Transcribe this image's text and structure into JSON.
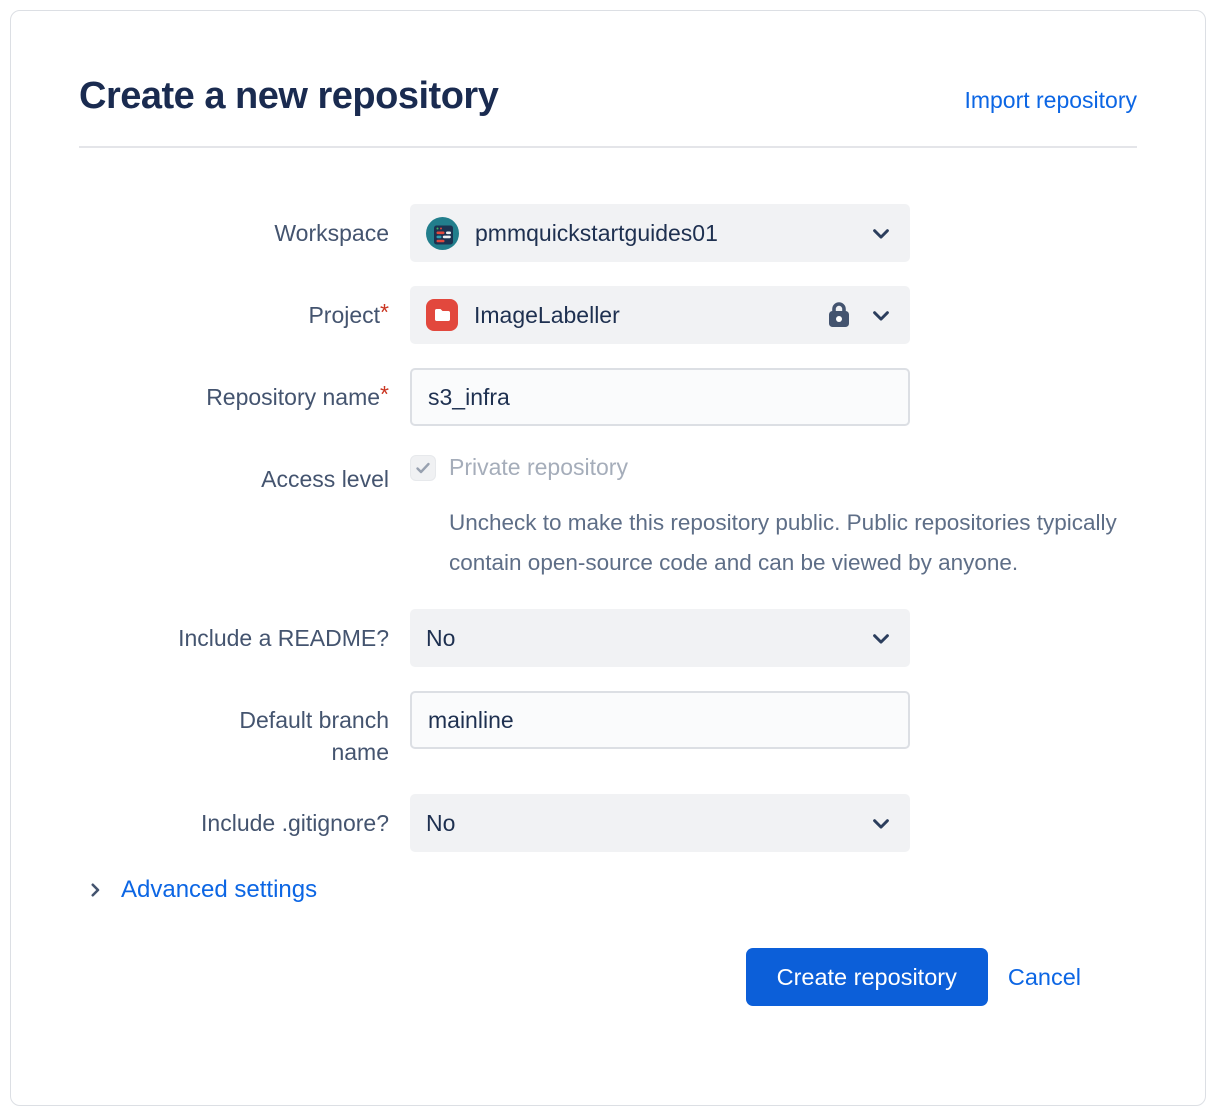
{
  "page": {
    "title": "Create a new repository",
    "import_link": "Import repository"
  },
  "form": {
    "workspace": {
      "label": "Workspace",
      "value": "pmmquickstartguides01",
      "icon": "workspace-avatar"
    },
    "project": {
      "label": "Project",
      "required_mark": "*",
      "value": "ImageLabeller",
      "icon": "project-folder-icon",
      "locked": true
    },
    "repository_name": {
      "label": "Repository name",
      "required_mark": "*",
      "value": "s3_infra"
    },
    "access_level": {
      "label": "Access level",
      "checkbox_label": "Private repository",
      "checked": true,
      "help_text": "Uncheck to make this repository public. Public repositories typically contain open-source code and can be viewed by anyone."
    },
    "include_readme": {
      "label": "Include a README?",
      "value": "No"
    },
    "default_branch": {
      "label": "Default branch name",
      "value": "mainline"
    },
    "include_gitignore": {
      "label": "Include .gitignore?",
      "value": "No"
    }
  },
  "advanced": {
    "label": "Advanced settings"
  },
  "actions": {
    "create_label": "Create repository",
    "cancel_label": "Cancel"
  },
  "colors": {
    "accent_blue": "#0C66E4",
    "button_blue": "#0C5FD9",
    "title_navy": "#1A2B50",
    "label_slate": "#44546F",
    "field_gray": "#F1F2F4",
    "required_red": "#CA3521",
    "project_icon_red": "#E2483D",
    "avatar_teal": "#227E8C",
    "disabled_text": "#A5ADBA"
  }
}
